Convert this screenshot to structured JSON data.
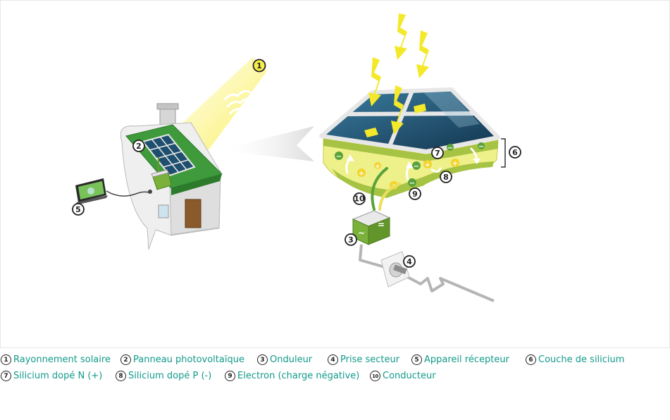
{
  "legend": {
    "items": [
      {
        "num": "1",
        "label": "Rayonnement solaire"
      },
      {
        "num": "2",
        "label": "Panneau photovoltaïque"
      },
      {
        "num": "3",
        "label": "Onduleur"
      },
      {
        "num": "4",
        "label": "Prise secteur"
      },
      {
        "num": "5",
        "label": "Appareil récepteur"
      },
      {
        "num": "6",
        "label": "Couche de silicium"
      },
      {
        "num": "7",
        "label": "Silicium dopé N (+)"
      },
      {
        "num": "8",
        "label": "Silicium dopé P (-)"
      },
      {
        "num": "9",
        "label": "Electron (charge négative)"
      },
      {
        "num": "10",
        "label": "Conducteur"
      }
    ]
  },
  "callouts": {
    "c1": "1",
    "c2": "2",
    "c3": "3",
    "c4": "4",
    "c5": "5",
    "c6": "6",
    "c7": "7",
    "c8": "8",
    "c9": "9",
    "c10": "10"
  },
  "symbols": {
    "plus": "+",
    "minus": "−",
    "equals": "=",
    "tilde": "~"
  },
  "colors": {
    "legend_text": "#129a8a",
    "roof_green": "#3f9a3c",
    "silicon_yellow": "#eef08a",
    "panel_blue": "#1f4f6e",
    "sunbeam_yellow": "#f4e82a",
    "inverter_green": "#7ab13a"
  }
}
